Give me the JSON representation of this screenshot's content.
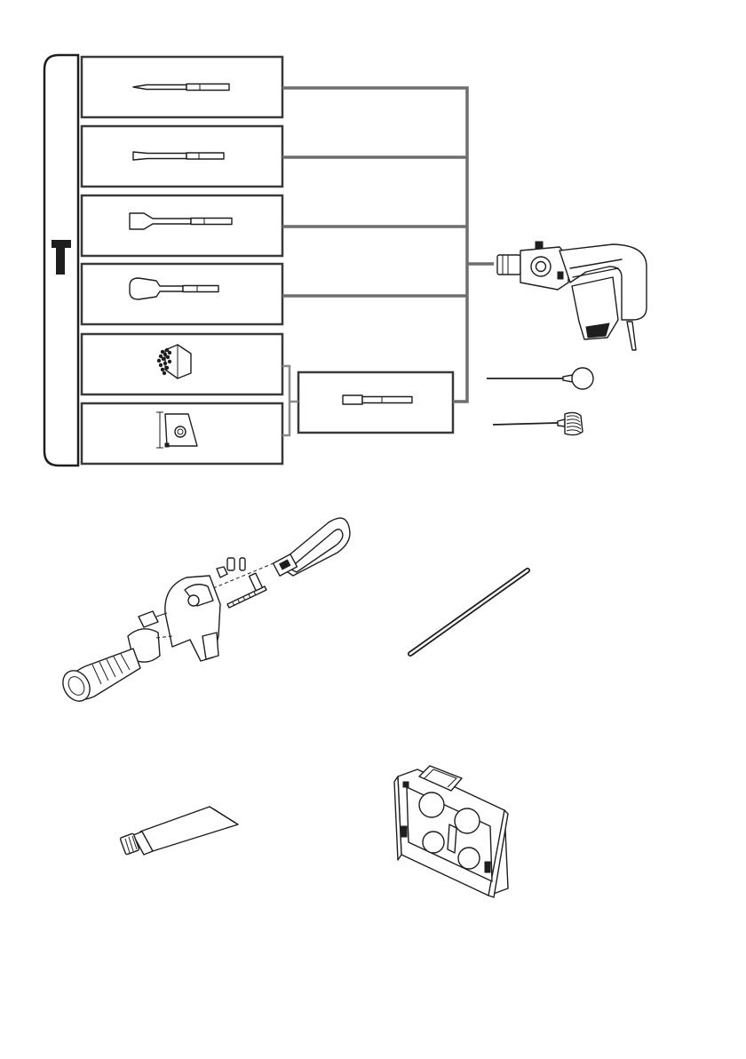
{
  "page": {
    "background": "#ffffff",
    "line_color": "#6e6e6e",
    "ink_color": "#1e1e1e"
  },
  "side_tab": {
    "icon": "hammer-icon",
    "fill": "#ffffff",
    "stroke": "#1e1e1e"
  },
  "accessories": [
    {
      "id": "bull-point-chisel",
      "icon": "bull-point-icon"
    },
    {
      "id": "cold-chisel",
      "icon": "cold-chisel-icon"
    },
    {
      "id": "scaling-chisel",
      "icon": "scaling-chisel-icon"
    },
    {
      "id": "clay-spade",
      "icon": "clay-spade-icon"
    },
    {
      "id": "bushing-tool",
      "icon": "bushing-tool-icon"
    },
    {
      "id": "tamper-plate",
      "icon": "tamper-plate-icon"
    },
    {
      "id": "shank-adapter",
      "icon": "shank-adapter-icon"
    }
  ],
  "extras": [
    {
      "id": "demolition-hammer",
      "icon": "demolition-hammer-icon"
    },
    {
      "id": "blow-out-bulb",
      "icon": "blow-out-bulb-icon"
    },
    {
      "id": "cleaning-brush",
      "icon": "cleaning-brush-icon"
    },
    {
      "id": "side-handle-assembly",
      "icon": "side-handle-icon"
    },
    {
      "id": "depth-gauge-rod",
      "icon": "depth-rod-icon"
    },
    {
      "id": "grease-tube",
      "icon": "grease-tube-icon"
    },
    {
      "id": "carrying-case",
      "icon": "carrying-case-icon"
    }
  ]
}
